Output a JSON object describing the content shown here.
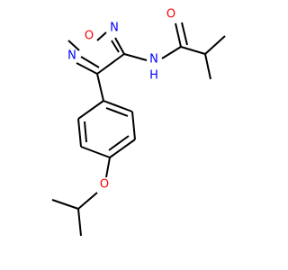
{
  "molecule": {
    "atoms": {
      "ring_o": {
        "symbol": "O",
        "element": "oxygen"
      },
      "ring_n_left": {
        "symbol": "N",
        "element": "nitrogen"
      },
      "ring_n_right": {
        "symbol": "N",
        "element": "nitrogen"
      },
      "amide_nh": {
        "symbol": "N",
        "hydrogen": "H",
        "element": "nitrogen"
      },
      "carbonyl_o": {
        "symbol": "O",
        "element": "oxygen"
      },
      "ether_o": {
        "symbol": "O",
        "element": "oxygen"
      }
    },
    "colors": {
      "bond": "#000000",
      "oxygen": "#ff0000",
      "nitrogen": "#0000ff",
      "background": "#ffffff"
    }
  }
}
